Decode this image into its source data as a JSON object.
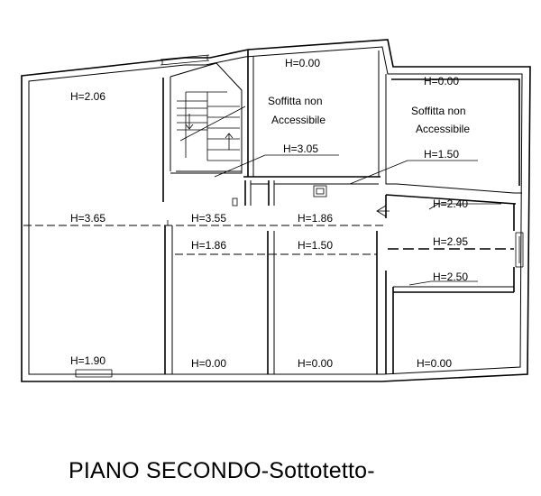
{
  "title": "PIANO SECONDO-Sottotetto-",
  "rooms": {
    "left_top_height": "H=2.06",
    "left_mid_height": "H=3.65",
    "left_bottom_height": "H=1.90",
    "loft_a_top_height": "H=0.00",
    "loft_a_label_line1": "Soffitta non",
    "loft_a_label_line2": "Accessibile",
    "loft_a_bottom_height": "H=3.05",
    "loft_b_top_height": "H=0.00",
    "loft_b_label_line1": "Soffitta non",
    "loft_b_label_line2": "Accessibile",
    "loft_b_bottom_height": "H=1.50",
    "center_mid_height": "H=3.55",
    "center_right_mid_height": "H=1.86",
    "room_c_upper_height": "H=1.86",
    "room_c_bottom_height": "H=0.00",
    "room_d_upper_height": "H=1.50",
    "room_d_bottom_height": "H=0.00",
    "right_top_height": "H=2.40",
    "right_mid_height": "H=2.95",
    "right_lower_height": "H=2.50",
    "right_bottom_height": "H=0.00"
  }
}
